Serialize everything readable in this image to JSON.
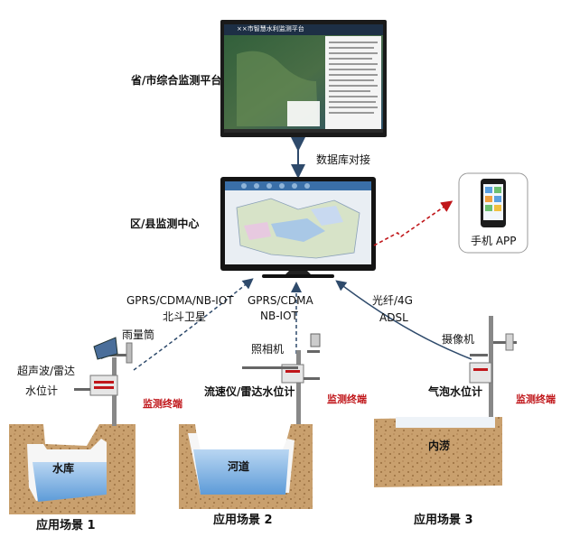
{
  "platform": {
    "label": "省/市综合监测平台",
    "screen_title": "××市智慧水利监测平台"
  },
  "db_link": {
    "label": "数据库对接"
  },
  "center": {
    "label": "区/县监测中心"
  },
  "mobile": {
    "label": "手机 APP"
  },
  "links": {
    "left_line1": "GPRS/CDMA/NB-IOT",
    "left_line2": "北斗卫星",
    "mid_line1": "GPRS/CDMA",
    "mid_line2": "NB-IOT",
    "right_line1": "光纤/4G",
    "right_line2": "ADSL"
  },
  "scene1": {
    "rain_gauge": "雨量筒",
    "sensor_line1": "超声波/雷达",
    "sensor_line2": "水位计",
    "terminal": "监测终端",
    "water": "水库",
    "caption": "应用场景 1"
  },
  "scene2": {
    "camera": "照相机",
    "sensor": "流速仪/雷达水位计",
    "terminal": "监测终端",
    "water": "河道",
    "caption": "应用场景 2"
  },
  "scene3": {
    "camera": "摄像机",
    "sensor": "气泡水位计",
    "terminal": "监测终端",
    "water": "内涝",
    "caption": "应用场景 3"
  },
  "colors": {
    "soil": "#c9a06e",
    "water": "#7fb4e8",
    "arrow_dark": "#2e4a6b",
    "arrow_red": "#c0161a"
  }
}
